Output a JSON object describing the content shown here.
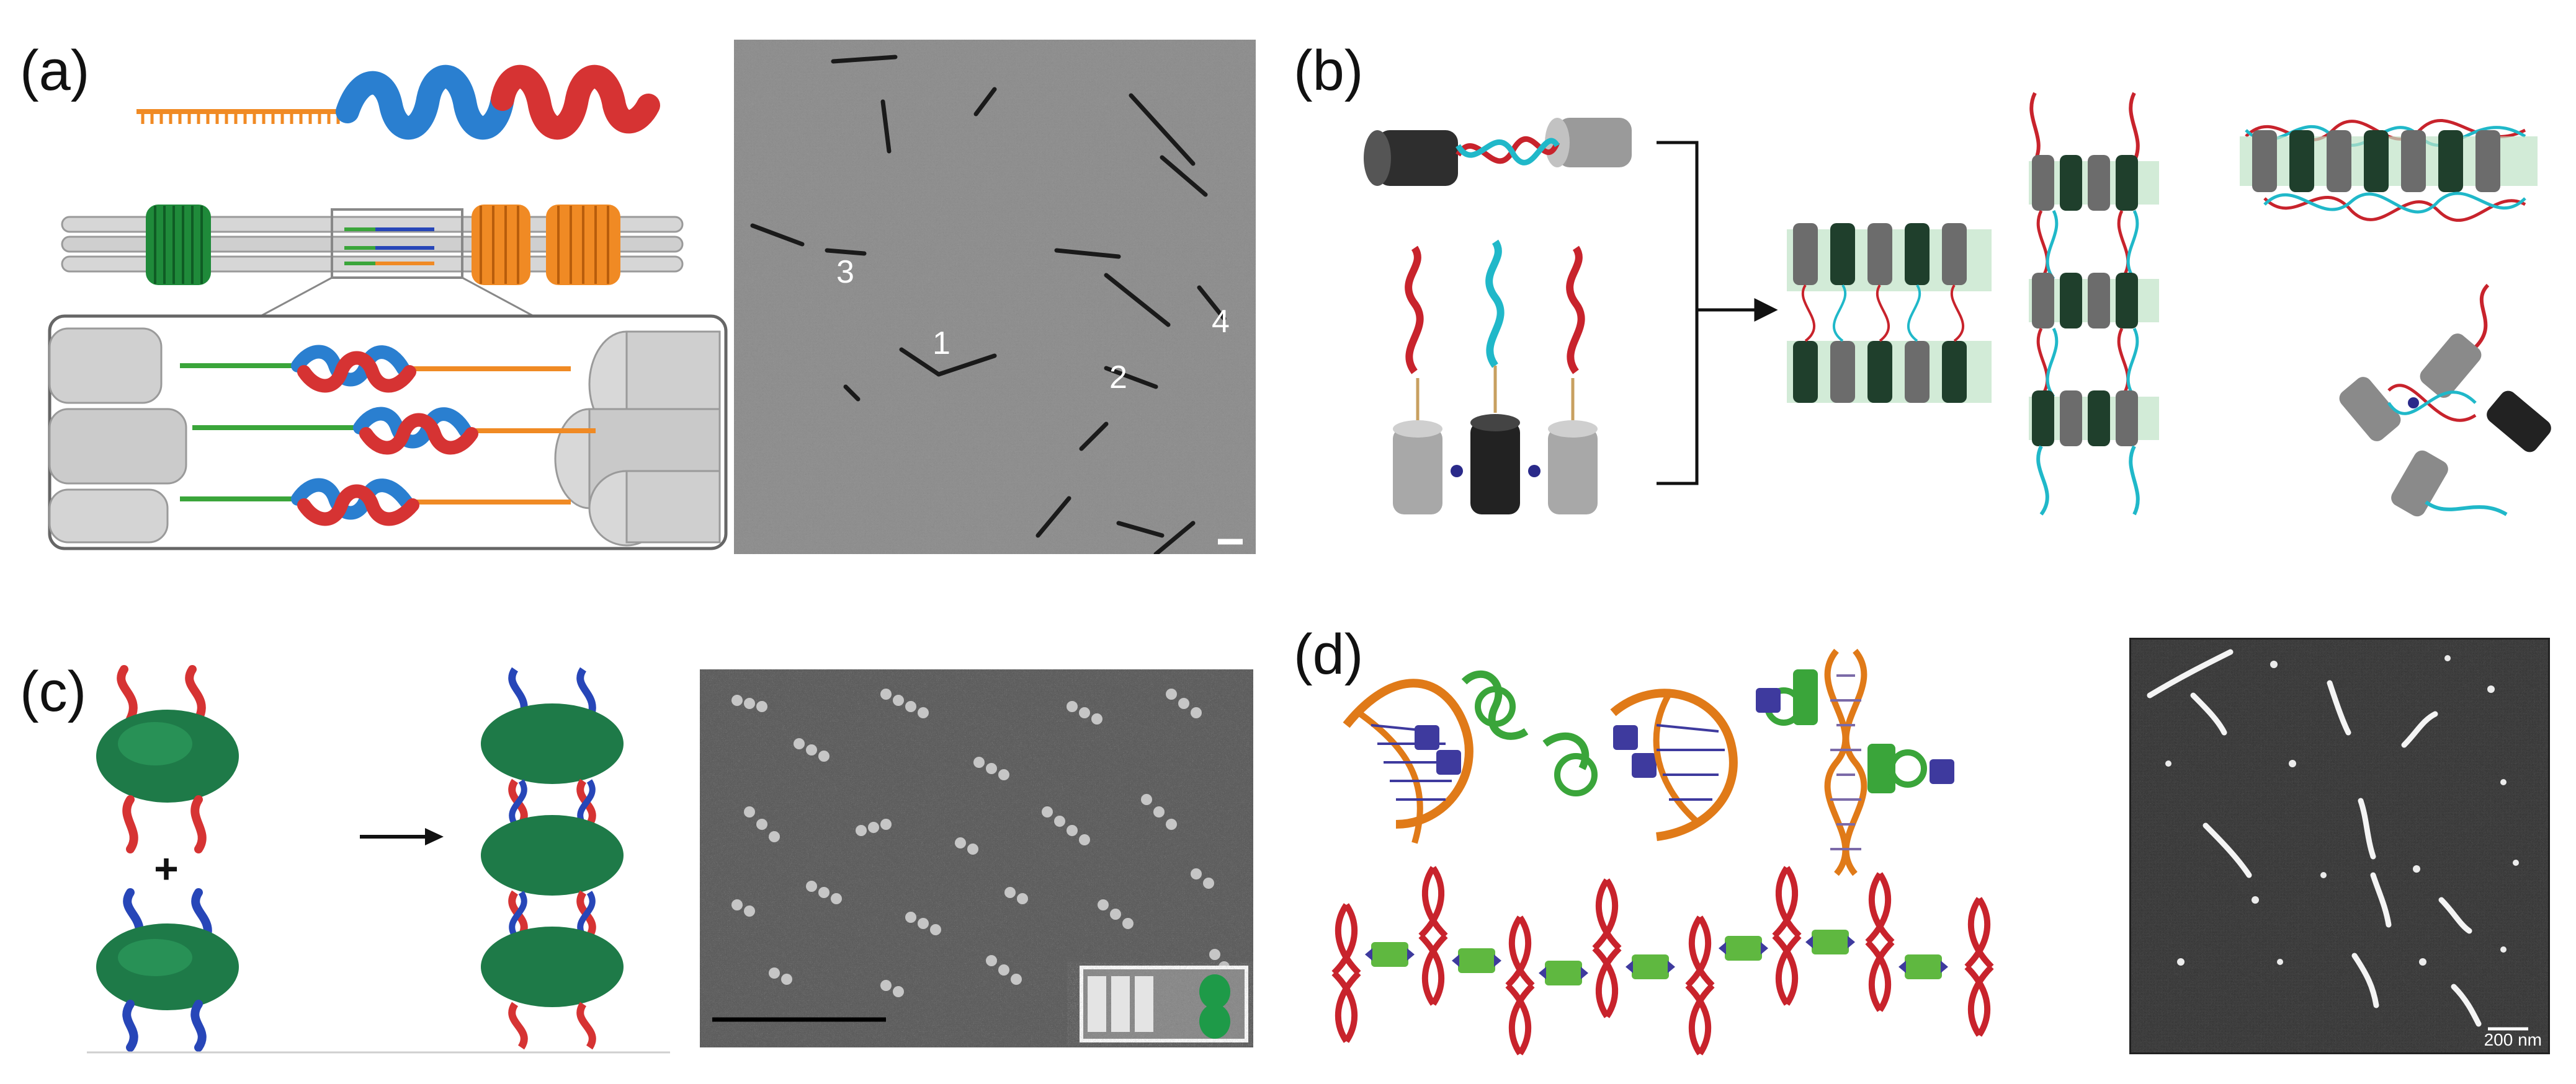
{
  "panels": {
    "a": {
      "label": "(a)",
      "micrograph_numbers": [
        "3",
        "1",
        "2",
        "4"
      ]
    },
    "b": {
      "label": "(b)"
    },
    "c": {
      "label": "(c)",
      "plus": "+"
    },
    "d": {
      "label": "(d)",
      "scalebar": "200 nm"
    }
  },
  "colors": {
    "dna_red": "#c8232c",
    "dna_cyan": "#20b8c9",
    "dna_blue": "#2746b8",
    "coil_blue": "#2a7fd0",
    "coil_red": "#d63333",
    "comb_orange": "#f08a24",
    "green": "#1f8a3a",
    "protein_green": "#1e7a48",
    "dna_orange": "#e07a18",
    "helix_green": "#3aa53a",
    "helix_purple": "#3e3a9e"
  }
}
